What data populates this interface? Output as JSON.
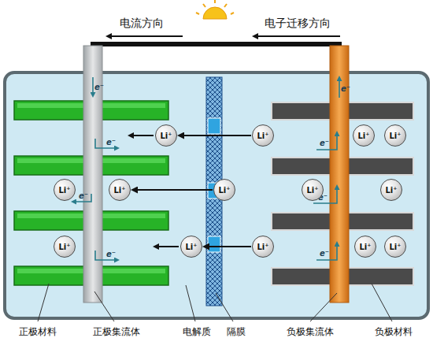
{
  "diagram": {
    "nodes": [
      {
        "text": [
          "Li⁺"
        ]
      },
      {
        "text": [
          "Li⁺"
        ]
      },
      {
        "text": [
          "Li⁺"
        ]
      },
      {
        "text": [
          "Li⁺"
        ]
      },
      {
        "text": [
          "Li⁺"
        ]
      },
      {
        "text": [
          "Li⁺"
        ]
      },
      {
        "text": [
          "Li⁺"
        ]
      },
      {
        "text": [
          "Li⁺"
        ]
      },
      {
        "text": [
          "Li⁺"
        ]
      },
      {
        "text": [
          "Li⁺"
        ]
      },
      {
        "text": [
          "Li⁺"
        ]
      },
      {
        "text": [
          "Li⁺"
        ]
      },
      {
        "text": [
          "Li⁺"
        ]
      },
      {
        "text": [
          "Li⁺"
        ]
      }
    ],
    "edges": [
      {
        "from": 1,
        "to": 0,
        "arrow": "to"
      },
      {
        "from": 6,
        "to": 5,
        "arrow": "to"
      },
      {
        "from": 11,
        "to": 10,
        "arrow": "to"
      }
    ],
    "labels": [
      "电流方向",
      "电子迁移方向",
      "e⁻",
      "e⁻",
      "e⁻",
      "e⁻",
      "e⁻",
      "e⁻",
      "e⁻",
      "e⁻",
      "正极材料",
      "正极集流体",
      "电解质",
      "隔膜",
      "负极集流体",
      "负极材料"
    ]
  }
}
